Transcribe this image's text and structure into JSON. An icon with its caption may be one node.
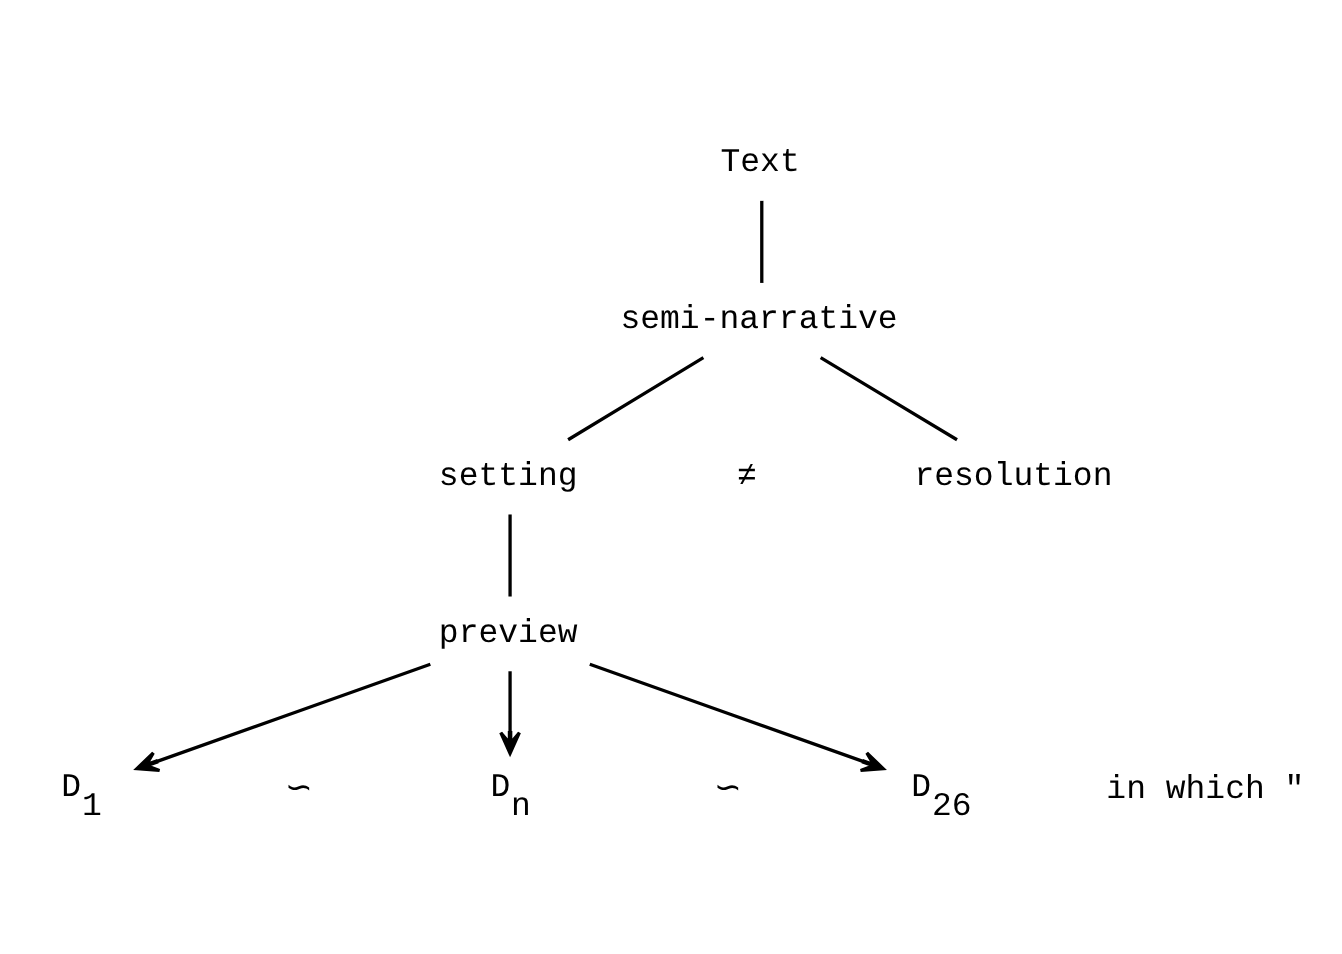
{
  "diagram": {
    "nodes": [
      {
        "text": [
          "Text"
        ]
      },
      {
        "text": [
          "semi-narrative"
        ]
      },
      {
        "text": [
          "setting"
        ]
      },
      {
        "text": [
          "resolution"
        ]
      },
      {
        "text": [
          "preview"
        ]
      },
      {
        "text": [
          "D$_{1}$"
        ]
      },
      {
        "text": [
          "D$_{n}$"
        ]
      },
      {
        "text": [
          "D$_{26}$"
        ]
      }
    ],
    "edges": [
      {
        "from": 0,
        "to": 1,
        "arrow": "none"
      },
      {
        "from": 1,
        "to": 2,
        "arrow": "none"
      },
      {
        "from": 1,
        "to": 3,
        "arrow": "none"
      },
      {
        "from": 2,
        "to": 4,
        "arrow": "none"
      },
      {
        "from": 4,
        "to": 5,
        "arrow": "to"
      },
      {
        "from": 4,
        "to": 6,
        "arrow": "to"
      },
      {
        "from": 4,
        "to": 7,
        "arrow": "to"
      }
    ],
    "labels": [
      "≠",
      "∽",
      "∽",
      "in which \""
    ]
  }
}
